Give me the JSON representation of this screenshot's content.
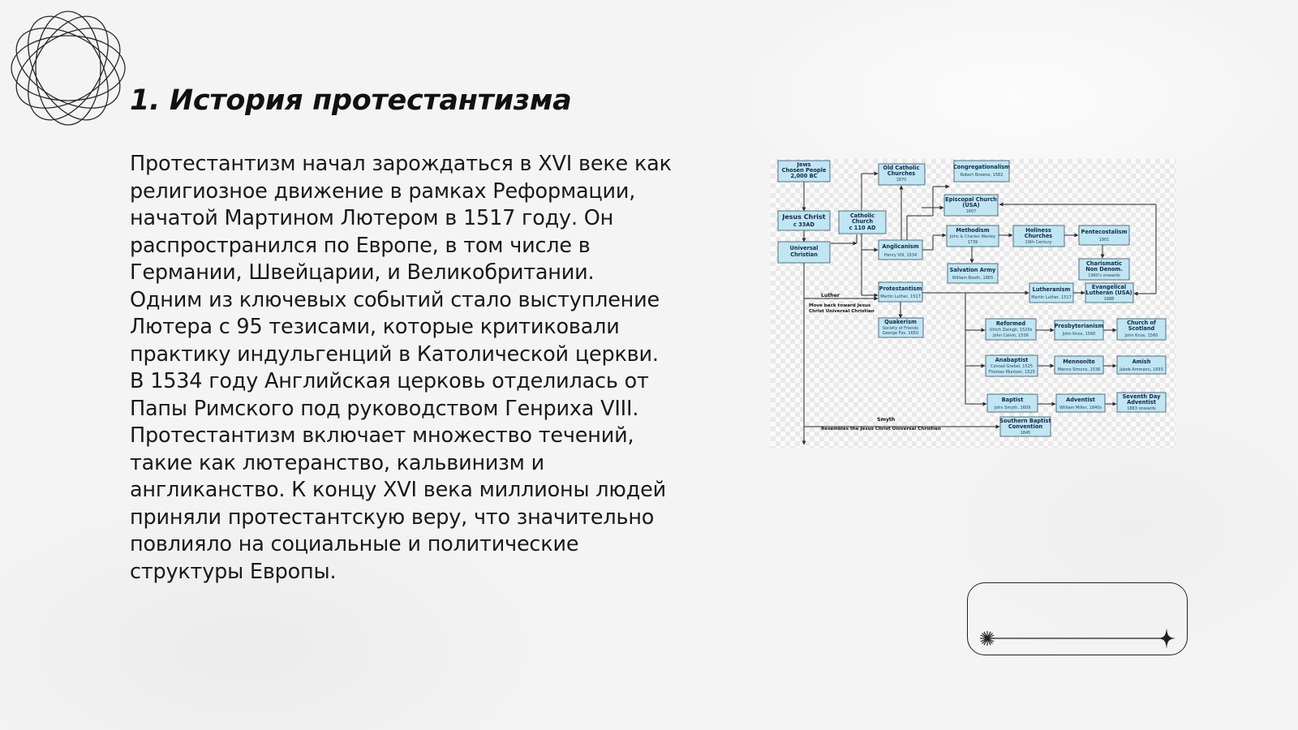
{
  "slide": {
    "title": "1. История протестантизма",
    "body": "Протестантизм начал зарождаться в XVI веке как\nрелигиозное движение в рамках Реформации,\nначатой Мартином Лютером в 1517 году. Он\nраспространился по Европе, в том числе в\nГермании, Швейцарии, и Великобритании.\nОдним из ключевых событий стало выступление\nЛютера с 95 тезисами, которые критиковали\nпрактику индульгенций в Католической церкви.\nВ 1534 году Английская церковь отделилась от\nПапы Римского под руководством Генриха VIII.\nПротестантизм включает множество течений,\nтакие как лютеранство, кальвинизм и\nангликанство. К концу XVI века миллионы людей\nприняли протестантскую веру, что значительно\nповлияло на социальные и политические\nструктуры Европы."
  },
  "diagram": {
    "nodes": {
      "jews": {
        "line1": "Jews",
        "line2": "Chosen People",
        "line3": "2,000 BC"
      },
      "jesus": {
        "line1": "Jesus Christ",
        "line2": "c 33AD"
      },
      "universal": {
        "line1": "Universal",
        "line2": "Christian"
      },
      "catholic": {
        "line1": "Catholic",
        "line2": "Church",
        "line3": "c 110 AD"
      },
      "oldcatholic": {
        "line1": "Old Catholic",
        "line2": "Churches",
        "line3": "1870"
      },
      "congregational": {
        "line1": "Congregationalism",
        "line2": "Robert Browne, 1582"
      },
      "episcopal": {
        "line1": "Episcopal Church",
        "line2": "(USA)",
        "line3": "1607"
      },
      "anglicanism": {
        "line1": "Anglicanism",
        "line2": "Henry VIII, 1534"
      },
      "methodism": {
        "line1": "Methodism",
        "line2": "John & Charles Wesley",
        "line3": "1739"
      },
      "holiness": {
        "line1": "Holiness",
        "line2": "Churches",
        "line3": "19th Century"
      },
      "pentecostalism": {
        "line1": "Pentecostalism",
        "line2": "1901"
      },
      "salvation": {
        "line1": "Salvation Army",
        "line2": "William Booth, 1865"
      },
      "charismatic": {
        "line1": "Charismatic",
        "line2": "Non Denom.",
        "line3": "1960's onwards"
      },
      "protestantism": {
        "line1": "Protestantism",
        "line2": "Martin Luther, 1517"
      },
      "lutheranism": {
        "line1": "Lutheranism",
        "line2": "Martin Luther, 1517"
      },
      "evangelical": {
        "line1": "Evangelical",
        "line2": "Lutheran (USA)",
        "line3": "1988"
      },
      "quakerism": {
        "line1": "Quakerism",
        "line2": "Society of Friends",
        "line3": "George Fox, 1650"
      },
      "reformed": {
        "line1": "Reformed",
        "line2": "Ulrich Zwingli, 1520s",
        "line3": "John Calvin, 1536"
      },
      "presbyterianism": {
        "line1": "Presbyterianism",
        "line2": "John Knox, 1560"
      },
      "scotland": {
        "line1": "Church of",
        "line2": "Scotland",
        "line3": "John Knox, 1560"
      },
      "anabaptist": {
        "line1": "Anabaptist",
        "line2": "Conrad Grebel, 1525",
        "line3": "Thomas Muntzer, 1525"
      },
      "mennonite": {
        "line1": "Mennonite",
        "line2": "Menno Simons, 1536"
      },
      "amish": {
        "line1": "Amish",
        "line2": "Jakob Ammann, 1693"
      },
      "baptist": {
        "line1": "Baptist",
        "line2": "John Smyth, 1609"
      },
      "adventist": {
        "line1": "Adventist",
        "line2": "William Miller, 1840s"
      },
      "seventhday": {
        "line1": "Seventh Day",
        "line2": "Adventist",
        "line3": "1863 onwards"
      },
      "southernbaptist": {
        "line1": "Southern Baptist",
        "line2": "Convention",
        "line3": "1845"
      }
    },
    "labels": {
      "luther": "Luther",
      "move_back_1": "Move back toward Jesus",
      "move_back_2": "Christ Universal Christian",
      "smyth": "Smyth",
      "resembles": "Resembles the Jesus Christ Universal Christian"
    },
    "colors": {
      "node_fill": "#bfe6f2",
      "node_stroke": "#3a4f66",
      "edge": "#2b2b2b"
    }
  },
  "icons": {
    "logo": "orbit-rings-icon",
    "decor_left": "starburst-icon",
    "decor_right": "sparkle-icon"
  }
}
